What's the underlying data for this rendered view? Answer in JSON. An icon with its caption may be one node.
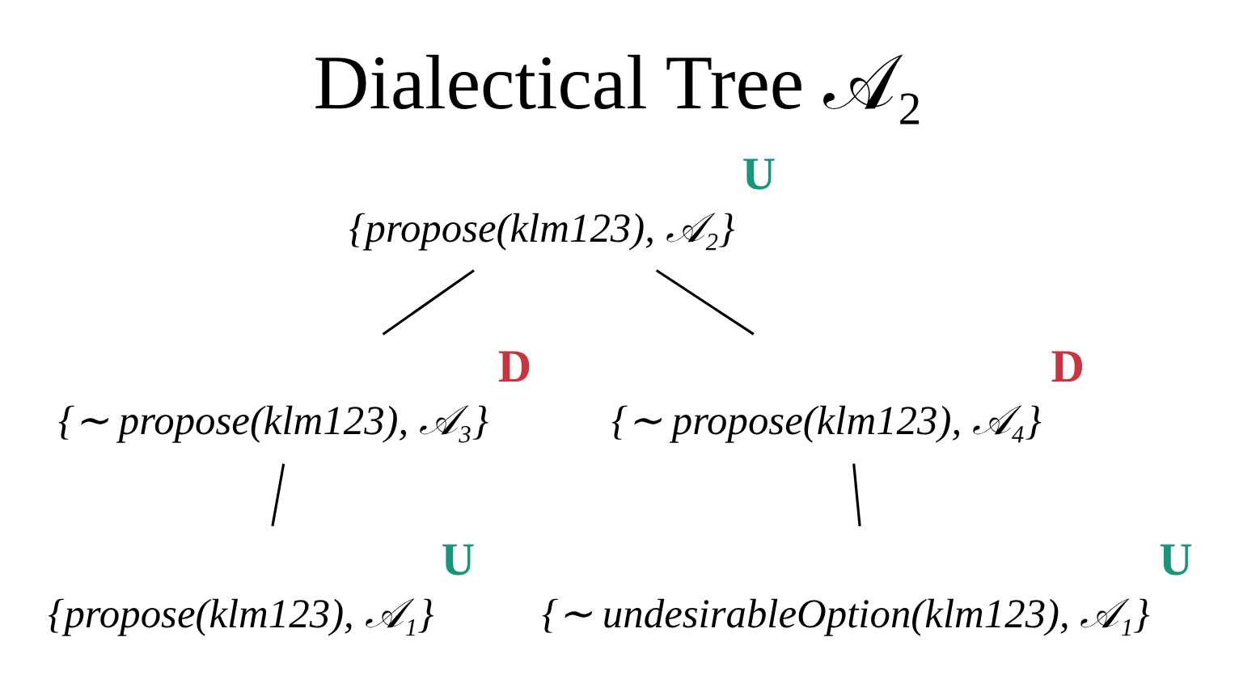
{
  "diagram": {
    "title": "Dialectical Tree 𝒜₂",
    "nodes": [
      {
        "text": [
          "{propose(klm123), 𝒜₂}"
        ],
        "beside": [
          "U"
        ]
      },
      {
        "text": [
          "{∼ propose(klm123), 𝒜₃}"
        ],
        "beside": [
          "D"
        ]
      },
      {
        "text": [
          "{∼ propose(klm123), 𝒜₄}"
        ],
        "beside": [
          "D"
        ]
      },
      {
        "text": [
          "{propose(klm123), 𝒜₁}"
        ],
        "beside": [
          "U"
        ]
      },
      {
        "text": [
          "{∼ undesirableOption(klm123), 𝒜₁}"
        ],
        "beside": [
          "U"
        ]
      }
    ],
    "edges": [
      {
        "from": 0,
        "to": 1,
        "arrow": "none"
      },
      {
        "from": 0,
        "to": 2,
        "arrow": "none"
      },
      {
        "from": 1,
        "to": 3,
        "arrow": "none"
      },
      {
        "from": 2,
        "to": 4,
        "arrow": "none"
      }
    ]
  }
}
